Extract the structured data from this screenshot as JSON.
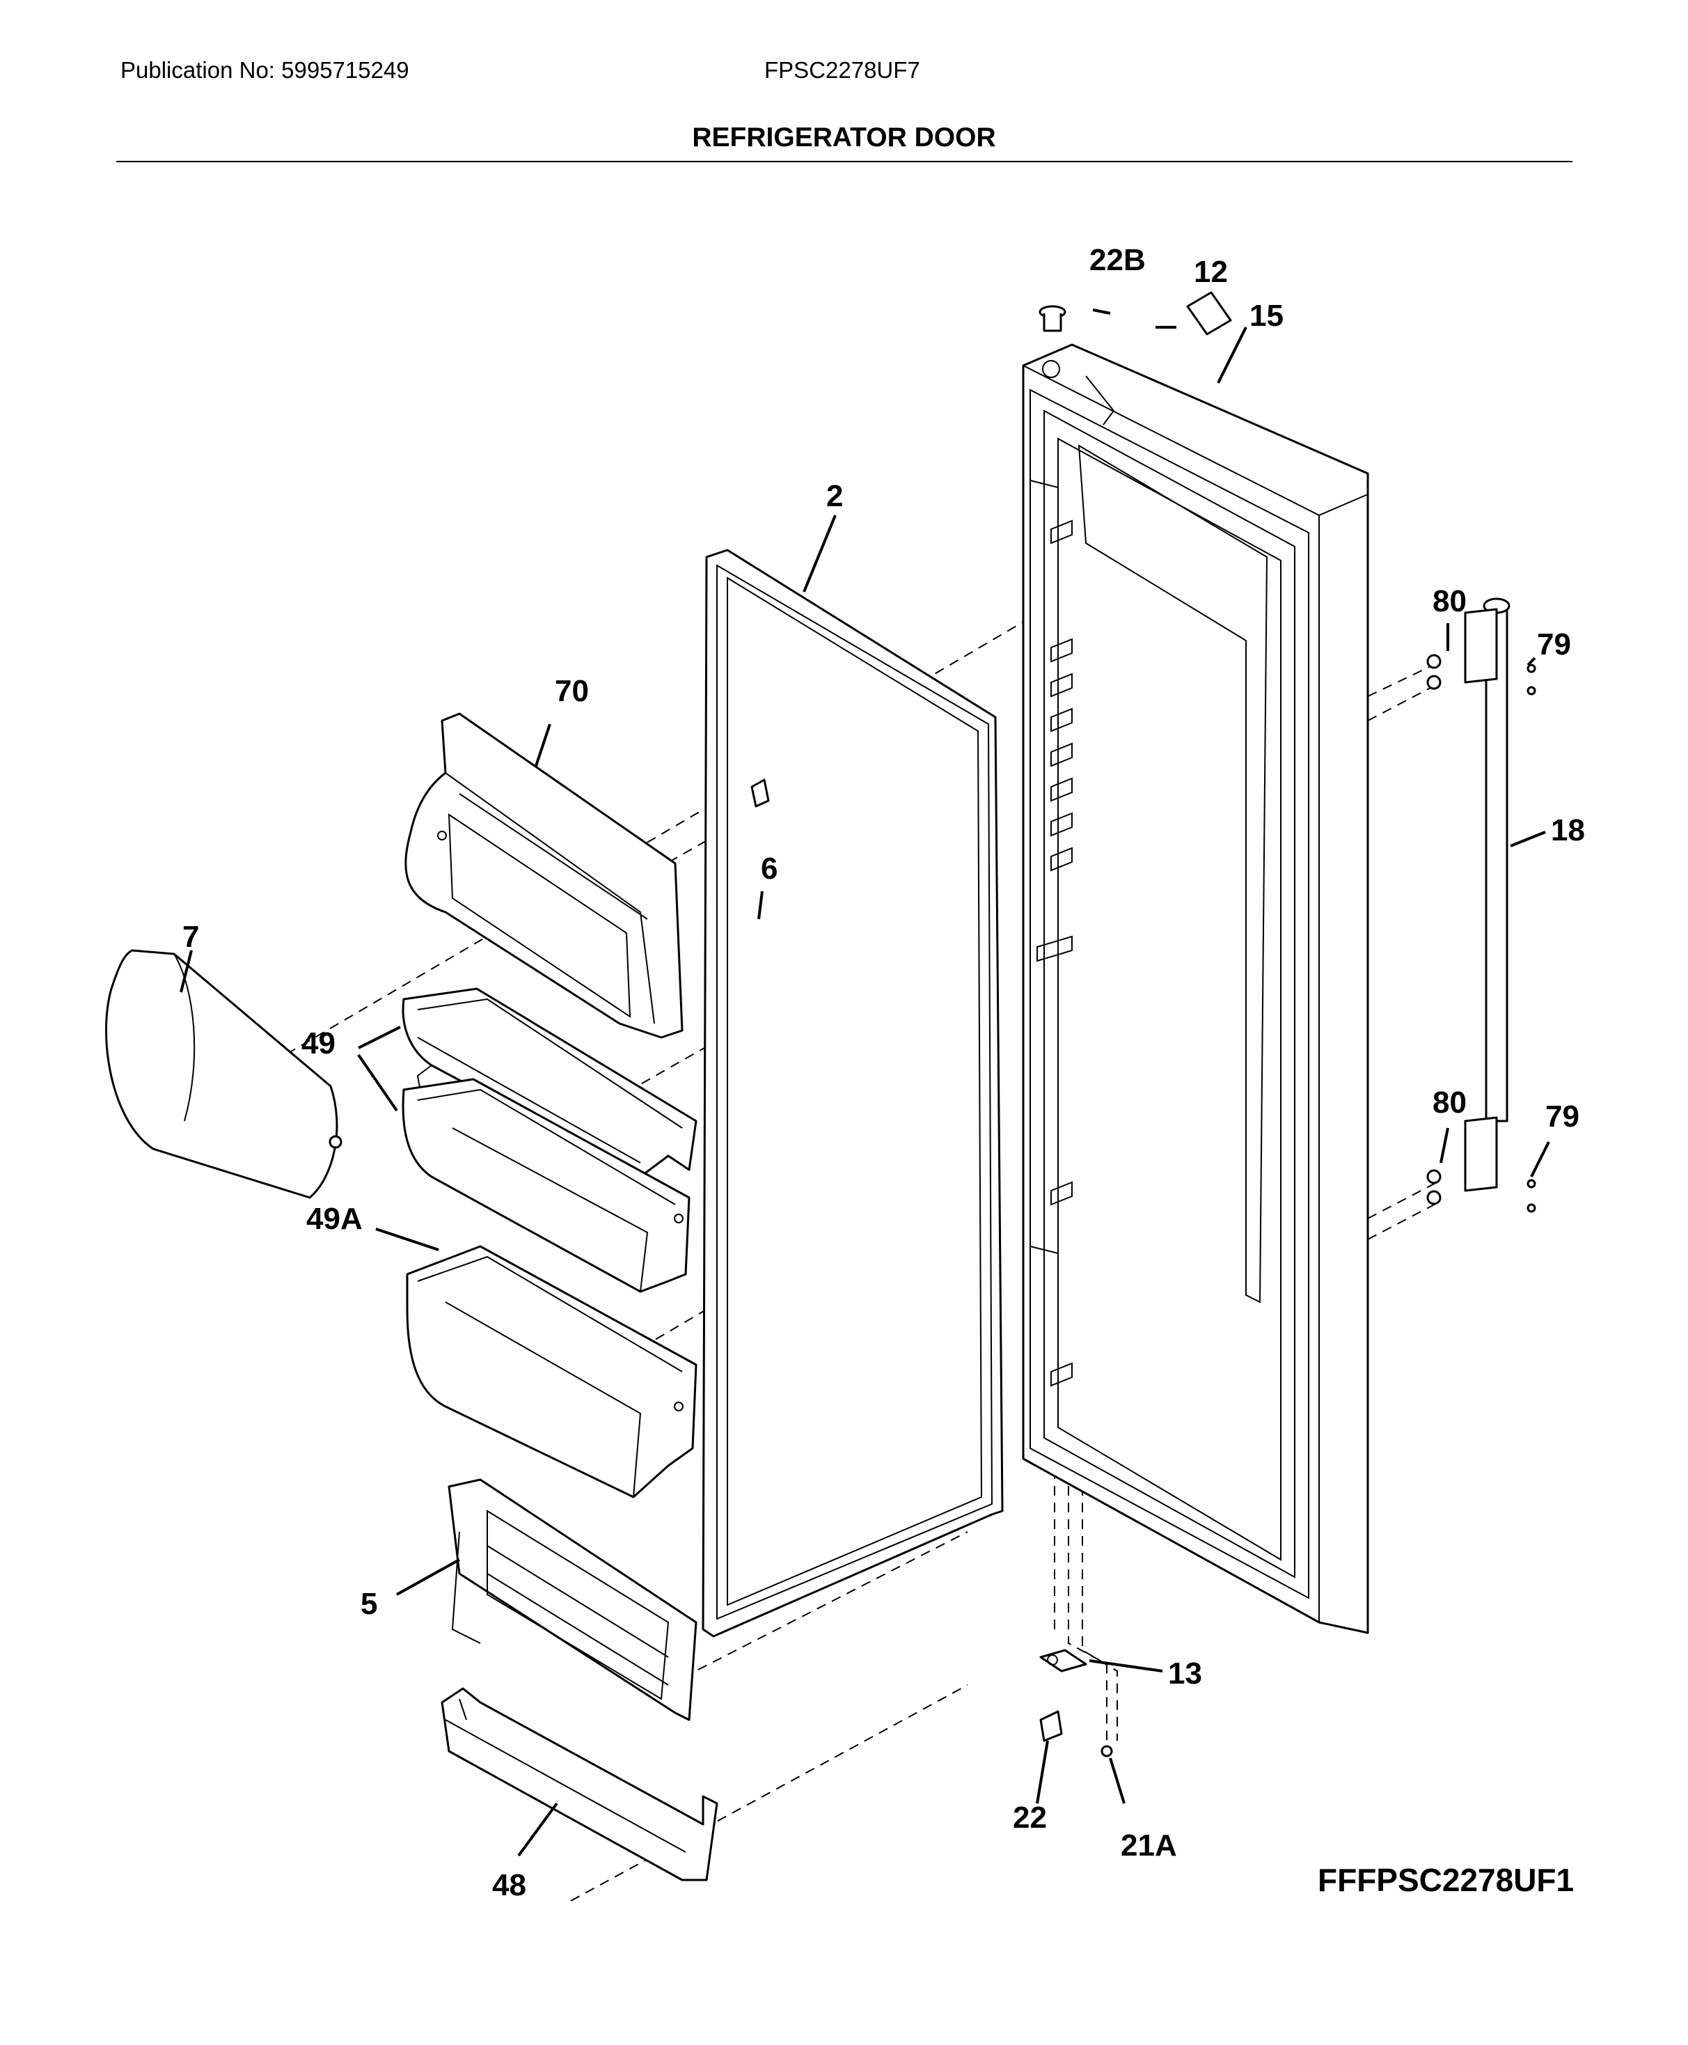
{
  "header": {
    "publication": "Publication No: 5995715249",
    "model": "FPSC2278UF7",
    "title": "REFRIGERATOR DOOR"
  },
  "footer": {
    "diagram_code": "FFFPSC2278UF1"
  },
  "callouts": {
    "c22B": "22B",
    "c12": "12",
    "c15": "15",
    "c2": "2",
    "c80a": "80",
    "c79a": "79",
    "c70": "70",
    "c18": "18",
    "c6": "6",
    "c7": "7",
    "c49": "49",
    "c80b": "80",
    "c79b": "79",
    "c49A": "49A",
    "c5": "5",
    "c13": "13",
    "c22": "22",
    "c21A": "21A",
    "c48": "48"
  }
}
